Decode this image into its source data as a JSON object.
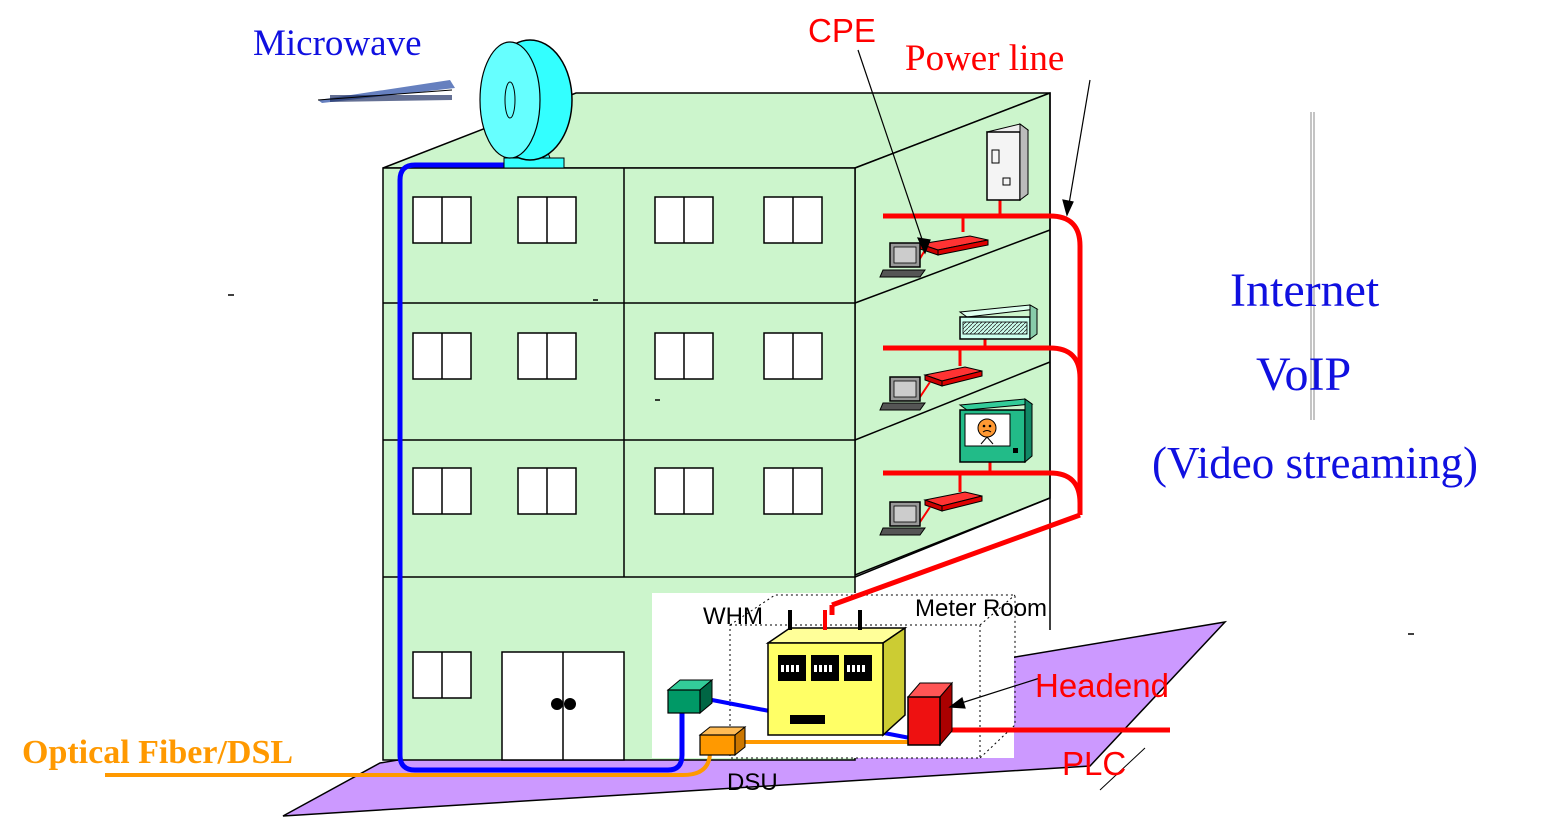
{
  "labels": {
    "microwave": "Microwave",
    "cpe": "CPE",
    "power_line": "Power line",
    "whm": "WHM",
    "meter_room": "Meter Room",
    "headend": "Headend",
    "plc": "PLC",
    "dsu": "DSU",
    "optical_fiber_dsl": "Optical Fiber/DSL"
  },
  "services": {
    "internet": "Internet",
    "voip": "VoIP",
    "video": "(Video streaming)"
  },
  "colors": {
    "building_fill": "#ccf5cc",
    "ground_fill": "#cc99ff",
    "power_line": "#ff0000",
    "fiber_blue": "#0000ff",
    "optical_orange": "#ff9900",
    "label_red": "#ff0000",
    "label_blue": "#1010e0",
    "meter_yellow": "#ffff66",
    "antenna_cyan": "#33ffff",
    "modem_teal": "#009966",
    "headend_red": "#ee1111"
  },
  "icons": [
    "microwave-antenna-icon",
    "laptop-icon",
    "cpe-modem-icon",
    "refrigerator-icon",
    "air-conditioner-icon",
    "television-icon",
    "watt-hour-meter-icon",
    "headend-box-icon",
    "dsu-box-icon"
  ]
}
